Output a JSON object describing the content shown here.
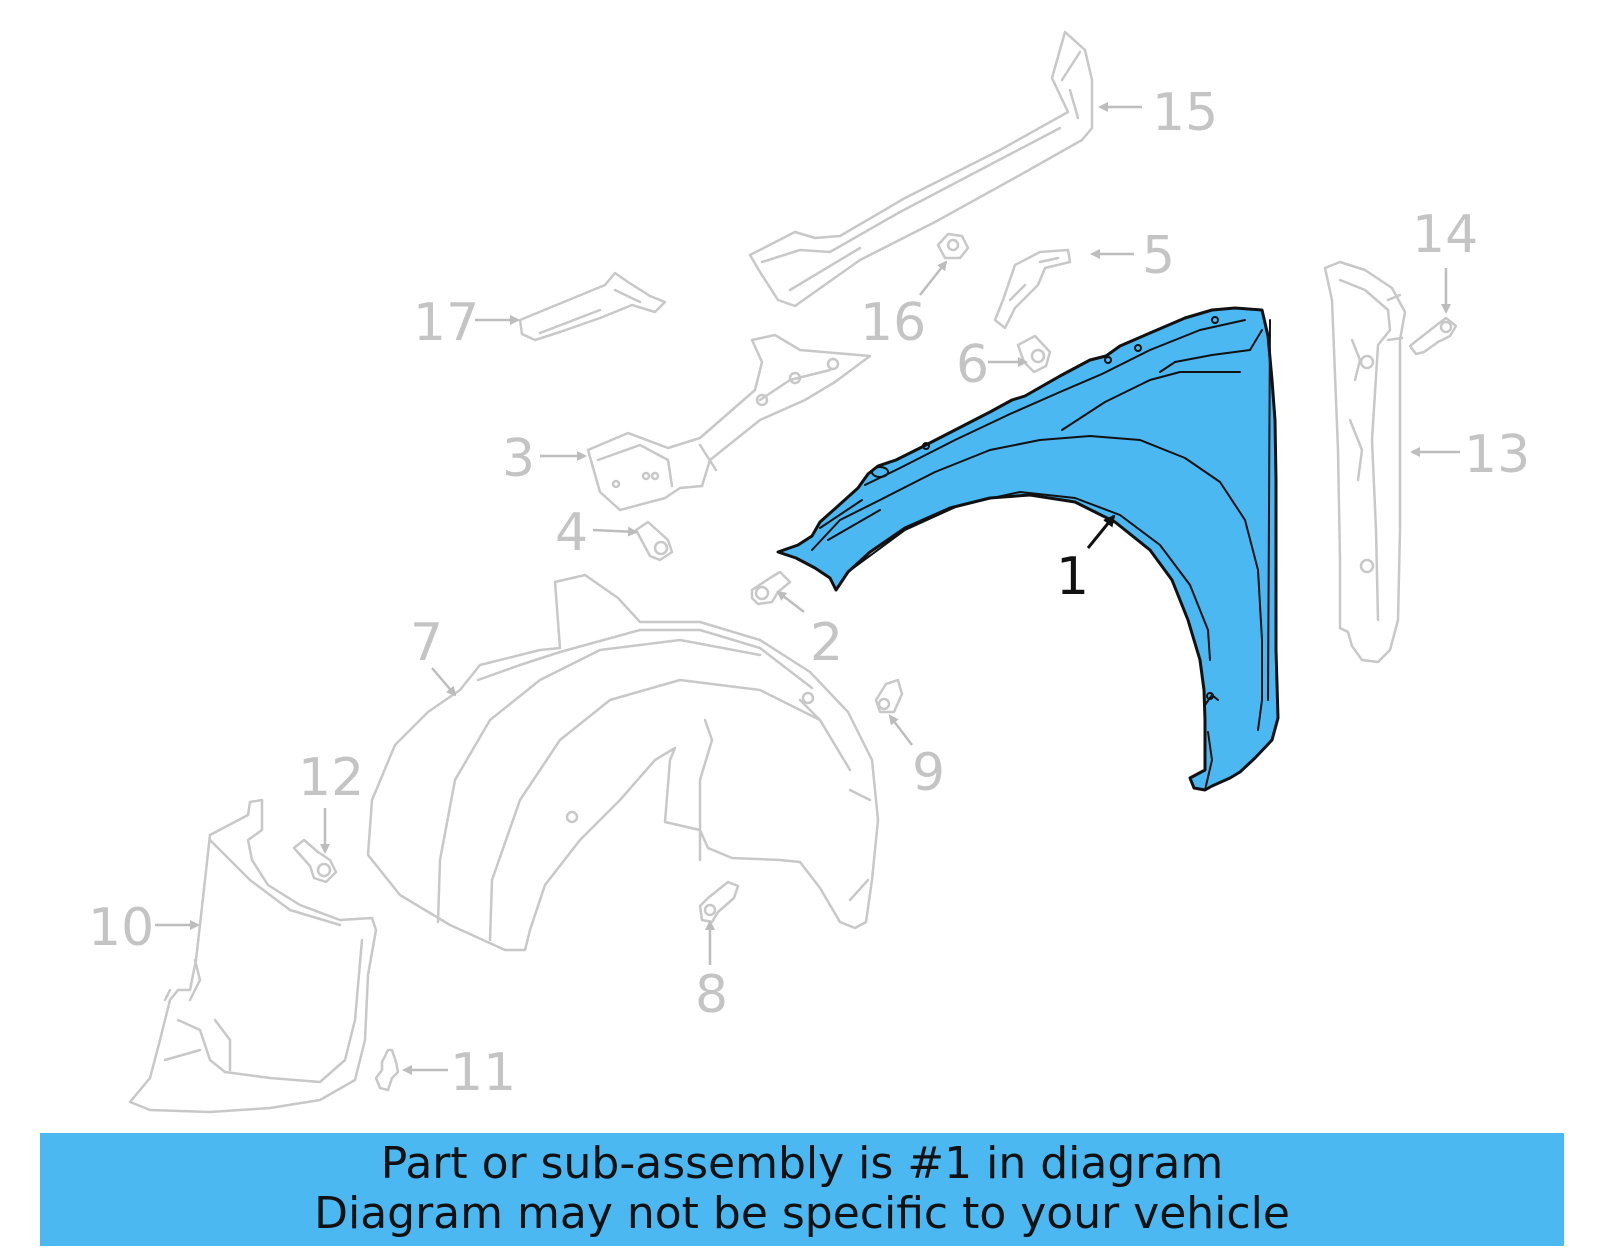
{
  "callouts": {
    "c1": "1",
    "c2": "2",
    "c3": "3",
    "c4": "4",
    "c5": "5",
    "c6": "6",
    "c7": "7",
    "c8": "8",
    "c9": "9",
    "c10": "10",
    "c11": "11",
    "c12": "12",
    "c13": "13",
    "c14": "14",
    "c15": "15",
    "c16": "16",
    "c17": "17"
  },
  "highlight_color": "#4bb8f2",
  "banner": {
    "line1": "Part or sub-assembly is #1 in diagram",
    "line2": "Diagram may not be specific to your vehicle"
  }
}
